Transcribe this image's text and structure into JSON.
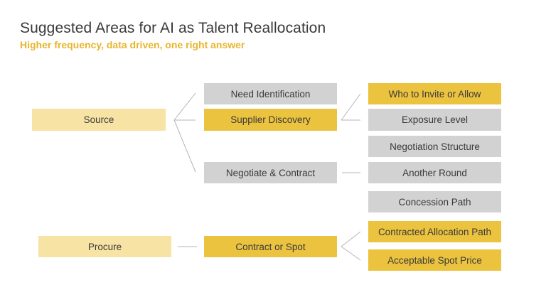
{
  "header": {
    "title": "Suggested Areas for AI as Talent Reallocation",
    "subtitle": "Higher frequency, data driven, one right answer"
  },
  "colors": {
    "title": "#3a3a3a",
    "subtitle": "#e8b52c",
    "gray_box": "#d2d2d2",
    "gold_box": "#ebc33f",
    "pale_box": "#f7e3a3",
    "connector": "#b5b5b5"
  },
  "nodes": {
    "source": "Source",
    "procure": "Procure",
    "need_identification": "Need Identification",
    "supplier_discovery": "Supplier Discovery",
    "negotiate_contract": "Negotiate & Contract",
    "contract_or_spot": "Contract or Spot",
    "who_to_invite": "Who to Invite or Allow",
    "exposure_level": "Exposure Level",
    "negotiation_structure": "Negotiation Structure",
    "another_round": "Another Round",
    "concession_path": "Concession Path",
    "contracted_allocation_path": "Contracted Allocation Path",
    "acceptable_spot_price": "Acceptable Spot Price"
  }
}
